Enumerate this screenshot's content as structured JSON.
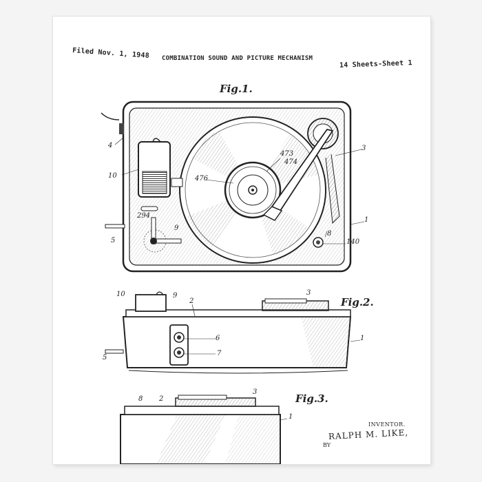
{
  "header": {
    "filed": "Filed Nov. 1, 1948",
    "title": "COMBINATION SOUND AND PICTURE MECHANISM",
    "sheets": "14 Sheets-Sheet 1"
  },
  "figures": {
    "fig1": "Fig.1.",
    "fig2": "Fig.2.",
    "fig3": "Fig.3."
  },
  "refs": {
    "fig1": [
      "4",
      "10",
      "294",
      "5",
      "9",
      "476",
      "473",
      "474",
      "3",
      "1",
      "8",
      "140"
    ],
    "fig2": [
      "10",
      "9",
      "2",
      "3",
      "1",
      "6",
      "7",
      "5"
    ],
    "fig3": [
      "8",
      "2",
      "3",
      "1"
    ]
  },
  "inventor": {
    "label": "INVENTOR.",
    "name": "RALPH M. LIKE,",
    "by": "BY"
  }
}
